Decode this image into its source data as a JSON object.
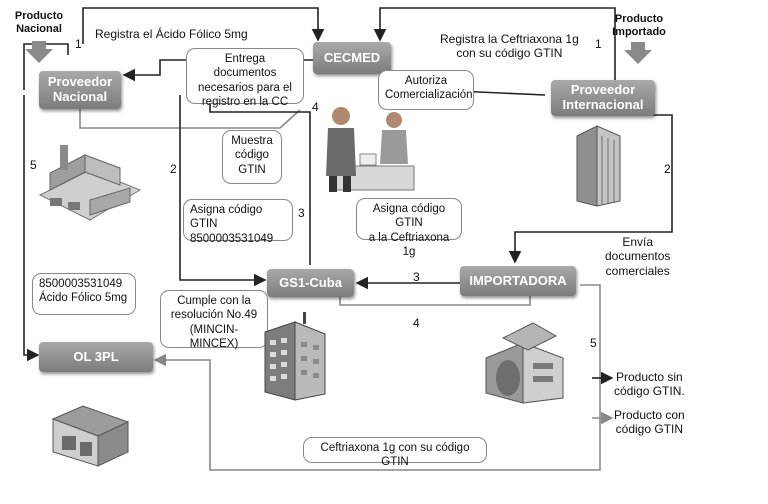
{
  "headers": {
    "national": "Producto\nNacional",
    "imported": "Producto\nImportado"
  },
  "nodes": {
    "cecmed": "CECMED",
    "proveedor_nacional": "Proveedor\nNacional",
    "proveedor_internacional": "Proveedor\nInternacional",
    "gs1": "GS1-Cuba",
    "importadora": "IMPORTADORA",
    "ol3pl": "OL 3PL"
  },
  "labels": {
    "registra_acido": "Registra el Ácido Fólico 5mg",
    "registra_ceftriaxona": "Registra la Ceftriaxona 1g\ncon su código GTIN",
    "envia_documentos": "Envía\ndocumentos\ncomerciales",
    "ceftriaxona_gtin": "Ceftriaxona 1g con su código GTIN"
  },
  "callouts": {
    "entrega": "Entrega documentos\nnecesarios para el\nregistro en la CC",
    "autoriza": "Autoriza\nComercialización",
    "muestra": "Muestra\ncódigo\nGTIN",
    "asigna_codigo": "Asigna código GTIN\n8500003531049",
    "asigna_ceftriaxona": "Asigna código GTIN\na la Ceftriaxona 1g",
    "acido_codigo": "8500003531049\nÁcido Fólico 5mg",
    "cumple": "Cumple con la\nresolución No.49\n(MINCIN-MINCEX)"
  },
  "step_numbers": {
    "n1_left": "1",
    "n1_right": "1",
    "n2_left": "2",
    "n2_right": "2",
    "n3_a": "3",
    "n3_b": "3",
    "n4_a": "4",
    "n4_b": "4",
    "n5_left": "5",
    "n5_right": "5"
  },
  "legend": {
    "sin_gtin": "Producto sin\ncódigo GTIN.",
    "con_gtin": "Producto con\ncódigo GTIN",
    "sin_color": "#111111",
    "con_color": "#888888"
  },
  "colors": {
    "node_fill": "#8f8f8f",
    "line_dark": "#222222",
    "line_gray": "#888888"
  },
  "icons": [
    "factory-icon",
    "office-building-icon",
    "pharmacy-counter-icon",
    "glass-tower-icon",
    "modern-building-icon",
    "warehouse-icon"
  ]
}
